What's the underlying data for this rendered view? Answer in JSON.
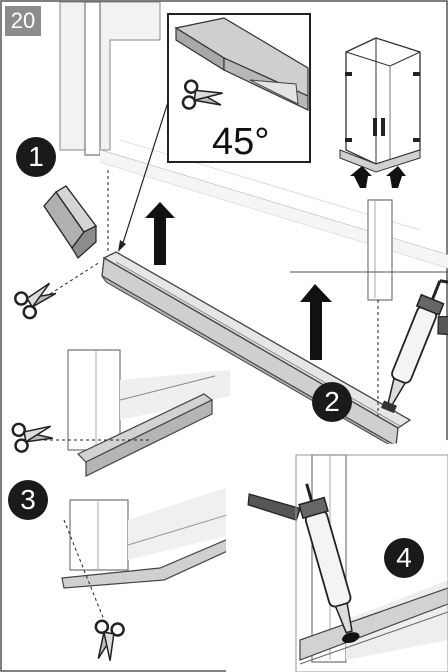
{
  "page_number": "20",
  "steps": [
    {
      "number": "1"
    },
    {
      "number": "2"
    },
    {
      "number": "3"
    },
    {
      "number": "4"
    }
  ],
  "detail": {
    "angle_label": "45°"
  },
  "icons": [
    "scissors-icon",
    "up-arrow-icon",
    "silicone-gun-icon",
    "shower-enclosure-icon"
  ],
  "colors": {
    "seal_grey": "#d4d4d4",
    "badge": "#1a1a1a",
    "page_tab": "#8c8c8c"
  }
}
